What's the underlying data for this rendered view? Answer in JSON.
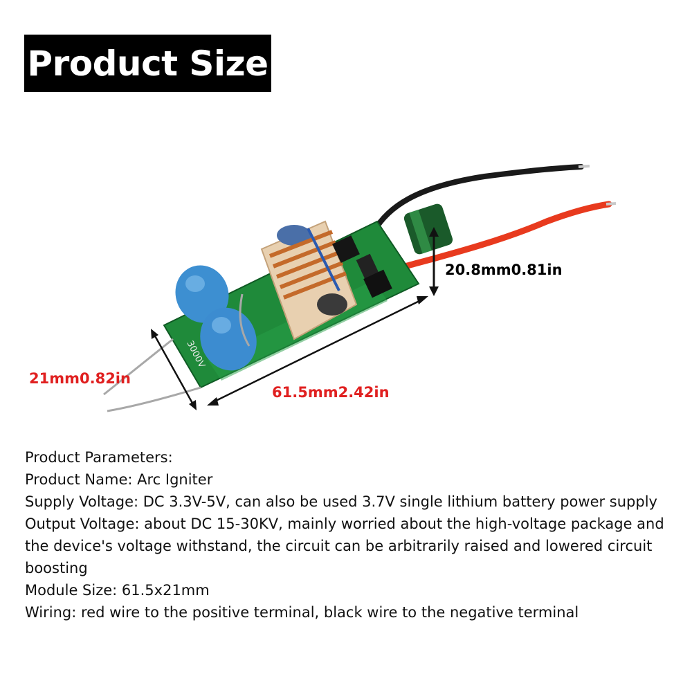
{
  "header": {
    "title": "Product Size"
  },
  "dimensions": {
    "height_label": "20.8mm0.81in",
    "width_label": "21mm0.82in",
    "length_label": "61.5mm2.42in"
  },
  "board_marking": "3000V",
  "parameters": {
    "heading": "Product Parameters:",
    "lines": [
      "Product Name: Arc Igniter",
      "Supply Voltage: DC 3.3V-5V, can also be used 3.7V single lithium battery power supply",
      "Output Voltage: about DC 15-30KV, mainly worried about the high-voltage package and the device's voltage withstand, the circuit can be arbitrarily raised and lowered circuit boosting",
      "Module Size: 61.5x21mm",
      "Wiring: red wire to the positive terminal, black wire to the negative terminal"
    ]
  },
  "colors": {
    "title_bg": "#000000",
    "title_text": "#ffffff",
    "dimension_red": "#e02020",
    "pcb_green": "#1f8a3a",
    "capacitor_blue": "#3d8fd1",
    "wire_red": "#e83a1e",
    "wire_black": "#1a1a1a"
  }
}
